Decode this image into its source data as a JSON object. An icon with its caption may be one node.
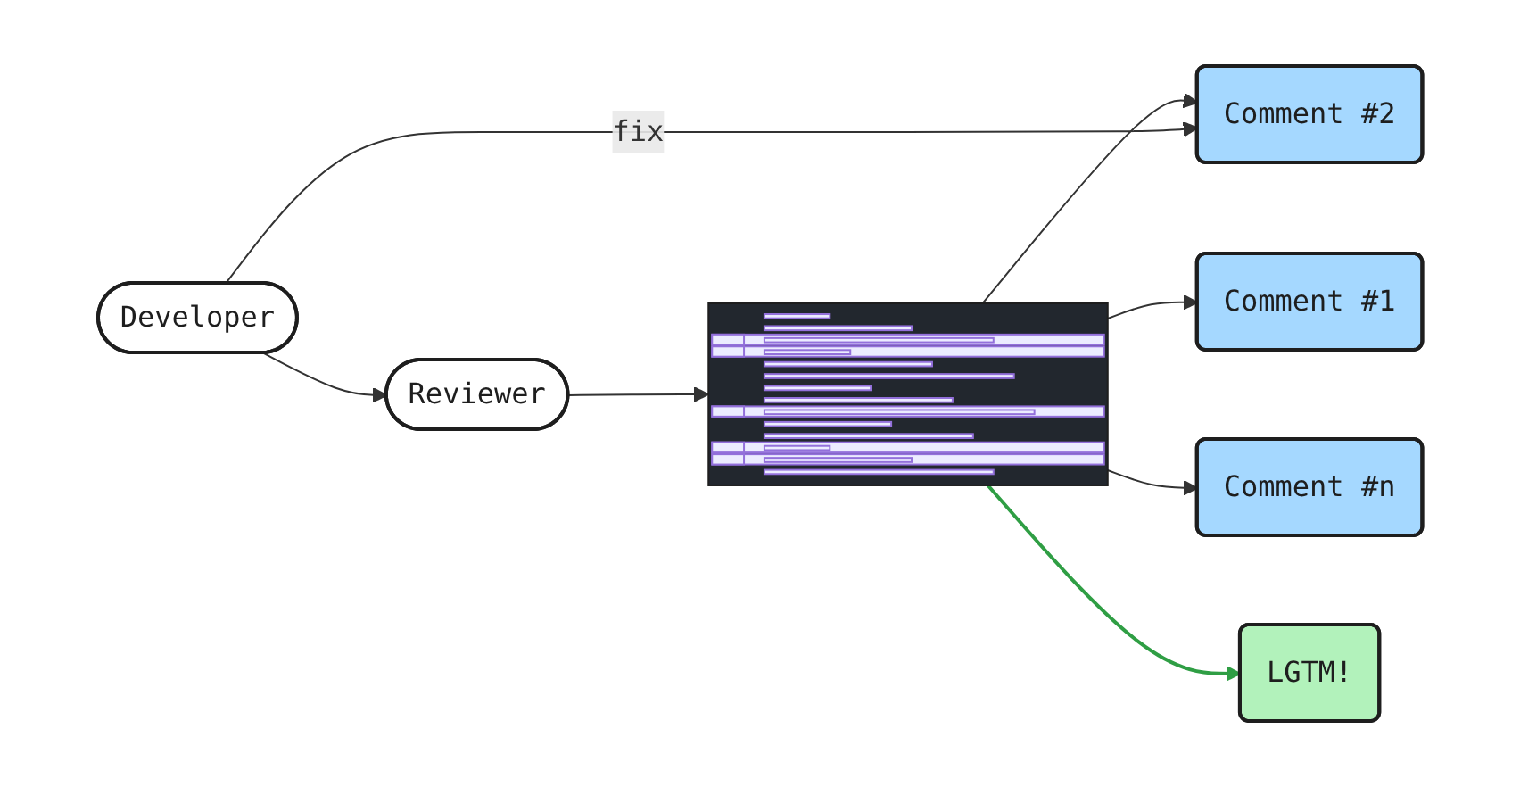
{
  "diagram": {
    "nodes": [
      {
        "text": [
          "Reviewer"
        ]
      },
      {
        "text": [],
        "shape": "picture"
      },
      {
        "text": [
          "Comment #1"
        ]
      },
      {
        "text": [
          "Comment #2"
        ]
      },
      {
        "text": [
          "Comment #n"
        ]
      },
      {
        "text": [
          "LGTM!"
        ]
      },
      {
        "text": [
          "Developer"
        ]
      }
    ],
    "edges": [
      {
        "from": 0,
        "to": 1,
        "arrow": "to"
      },
      {
        "from": 1,
        "to": 2,
        "arrow": "to"
      },
      {
        "from": 1,
        "to": 3,
        "arrow": "to"
      },
      {
        "from": 1,
        "to": 4,
        "arrow": "to"
      },
      {
        "from": 1,
        "to": 5,
        "arrow": "to",
        "color": "#2f9e44"
      },
      {
        "from": 6,
        "to": 3,
        "arrow": "to",
        "label": "fix"
      },
      {
        "from": 6,
        "to": 0,
        "arrow": "to"
      }
    ]
  }
}
